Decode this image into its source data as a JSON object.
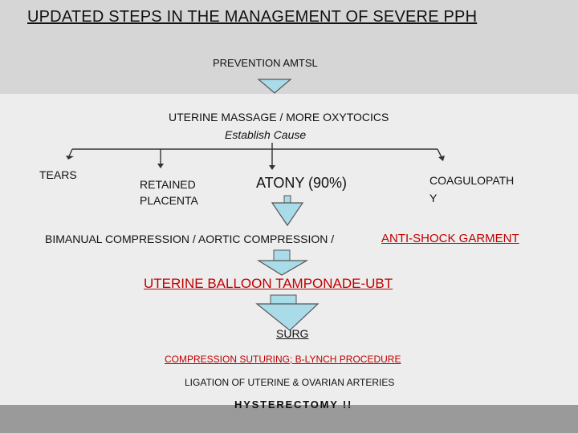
{
  "title": "UPDATED STEPS IN THE MANAGEMENT OF SEVERE PPH",
  "prevention": "PREVENTION AMTSL",
  "massage": "UTERINE MASSAGE  /  MORE OXYTOCICS",
  "cause": "Establish Cause",
  "causes": {
    "tears": "TEARS",
    "retained_line1": "RETAINED",
    "retained_line2": "PLACENTA",
    "atony": "ATONY (90%)",
    "coag_line1": "COAGULOPATH",
    "coag_line2": "Y"
  },
  "bimanual": "BIMANUAL COMPRESSION   / AORTIC COMPRESSION   /",
  "antishock": "ANTI-SHOCK GARMENT",
  "ubt": "UTERINE BALLOON TAMPONADE-UBT",
  "surg": "SURG",
  "suturing": "COMPRESSION SUTURING; B-LYNCH PROCEDURE",
  "ligation": "LIGATION OF UTERINE & OVARIAN ARTERIES",
  "hysterectomy": "HYSTERECTOMY !!",
  "colors": {
    "arrow_fill": "#a9dce8",
    "arrow_stroke": "#555555",
    "emphasis_red": "#c00000",
    "top_band": "#d6d6d6",
    "bottom_band": "#9a9a9a"
  }
}
